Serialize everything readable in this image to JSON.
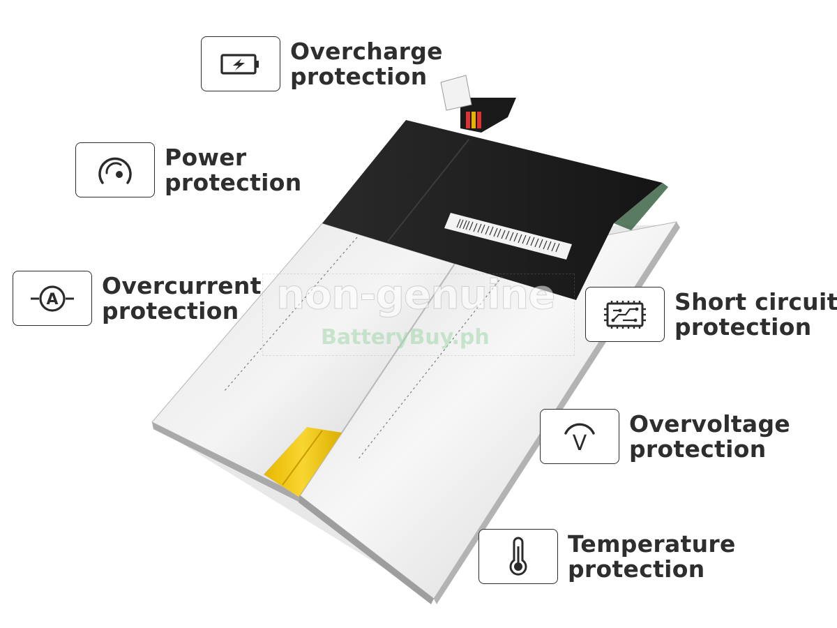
{
  "features": {
    "overcharge": {
      "line1": "Overcharge",
      "line2": "protection",
      "icon": "battery-charge-icon"
    },
    "power": {
      "line1": "Power",
      "line2": "protection",
      "icon": "power-gauge-icon"
    },
    "overcurrent": {
      "line1": "Overcurrent",
      "line2": "protection",
      "icon": "ammeter-icon"
    },
    "short_circuit": {
      "line1": "Short circuit",
      "line2": "protection",
      "icon": "circuit-board-icon"
    },
    "overvoltage": {
      "line1": "Overvoltage",
      "line2": "protection",
      "icon": "voltmeter-icon"
    },
    "temperature": {
      "line1": "Temperature",
      "line2": "protection",
      "icon": "thermometer-icon"
    }
  },
  "watermark": {
    "main": "non-genuine",
    "sub": "BatteryBuy.ph"
  },
  "colors": {
    "text": "#2e2e2e",
    "battery_cell": "#d8d8d8",
    "battery_wrap": "#1e1e1e",
    "tape": "#f2c300"
  }
}
